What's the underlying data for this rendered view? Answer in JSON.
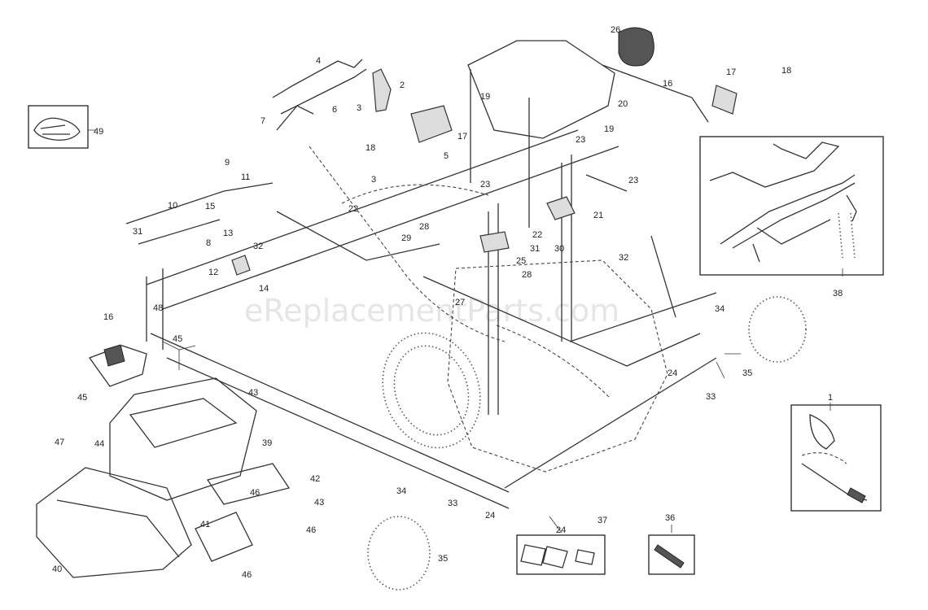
{
  "watermark": "eReplacementParts.com",
  "callouts": [
    "1",
    "2",
    "3",
    "4",
    "5",
    "6",
    "7",
    "8",
    "9",
    "10",
    "11",
    "12",
    "13",
    "14",
    "15",
    "16",
    "17",
    "18",
    "19",
    "20",
    "21",
    "22",
    "23",
    "24",
    "25",
    "26",
    "27",
    "28",
    "29",
    "30",
    "31",
    "32",
    "33",
    "34",
    "35",
    "36",
    "37",
    "38",
    "39",
    "40",
    "41",
    "42",
    "43",
    "44",
    "45",
    "46",
    "47",
    "48",
    "49"
  ],
  "colors": {
    "line": "#333333",
    "watermark": "#d0d0d0",
    "background": "#ffffff"
  }
}
